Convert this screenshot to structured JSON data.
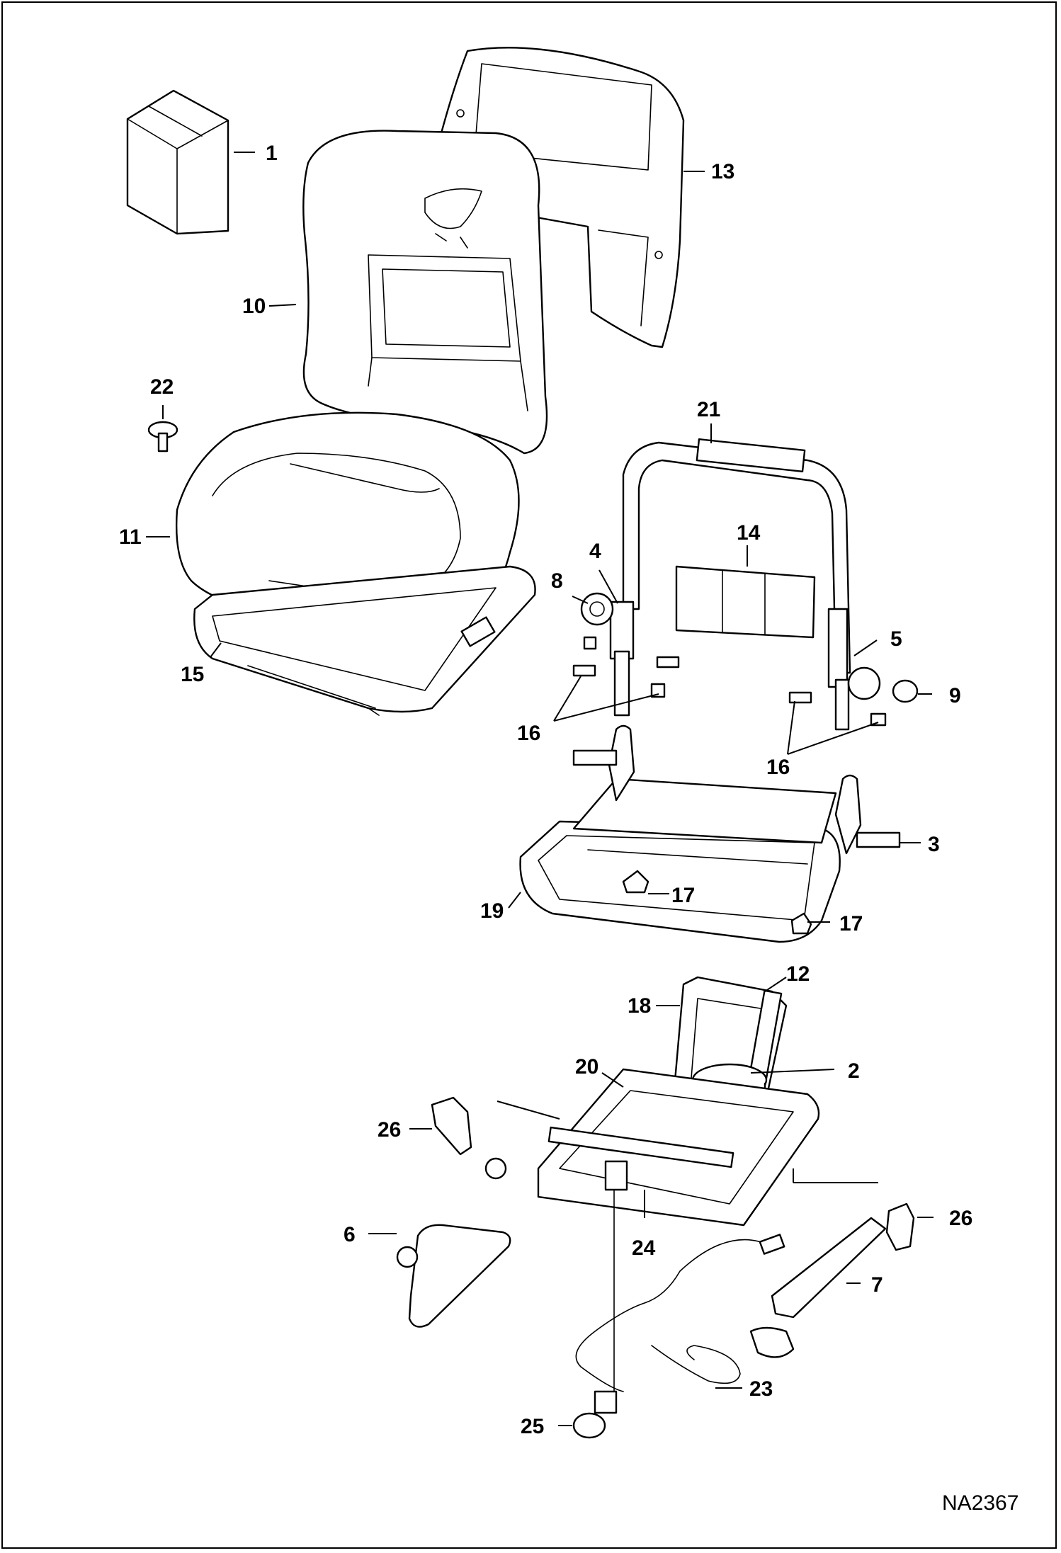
{
  "drawing_number": "NA2367",
  "callouts": {
    "c1": "1",
    "c2": "2",
    "c3": "3",
    "c4": "4",
    "c5": "5",
    "c6": "6",
    "c7": "7",
    "c8": "8",
    "c9": "9",
    "c10": "10",
    "c11": "11",
    "c12": "12",
    "c13": "13",
    "c14": "14",
    "c15": "15",
    "c16a": "16",
    "c16b": "16",
    "c17a": "17",
    "c17b": "17",
    "c18": "18",
    "c19": "19",
    "c20": "20",
    "c21": "21",
    "c22": "22",
    "c23": "23",
    "c24": "24",
    "c25": "25",
    "c26a": "26",
    "c26b": "26"
  }
}
